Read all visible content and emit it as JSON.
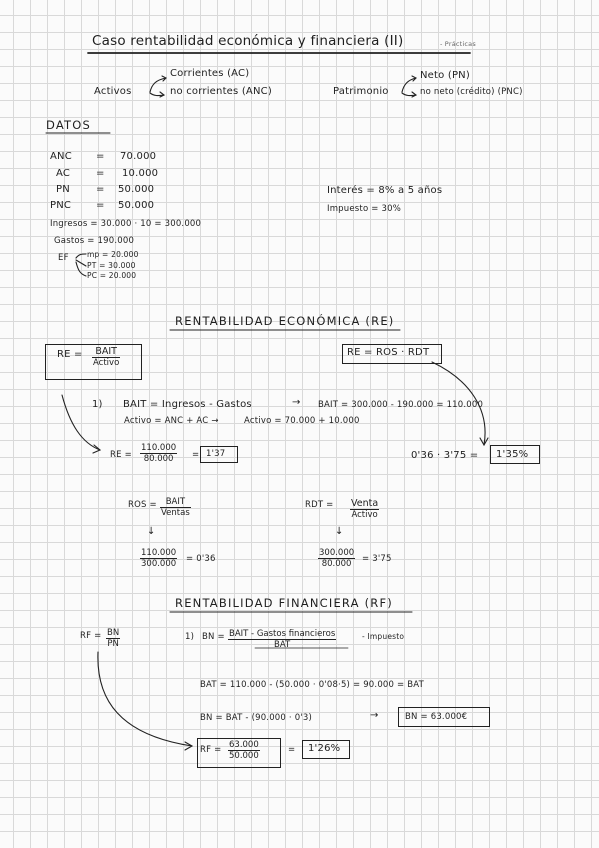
{
  "title": {
    "main": "Caso rentabilidad económica y financiera (II)",
    "tag": "- Prácticas"
  },
  "classification": {
    "activos": "Activos",
    "corrientes": "Corrientes (AC)",
    "no_corrientes": "no corrientes (ANC)",
    "patrimonio": "Patrimonio",
    "neto": "Neto (PN)",
    "no_neto": "no neto (crédito) (PNC)"
  },
  "datos": {
    "heading": "DATOS",
    "rows": [
      {
        "label": "ANC",
        "eq": "=",
        "value": "70.000"
      },
      {
        "label": "AC",
        "eq": "=",
        "value": "10.000"
      },
      {
        "label": "PN",
        "eq": "=",
        "value": "50.000"
      },
      {
        "label": "PNC",
        "eq": "=",
        "value": "50.000"
      }
    ],
    "ingresos": "Ingresos = 30.000 · 10 = 300.000",
    "gastos": "Gastos = 190.000",
    "ef_label": "EF",
    "ef_items": [
      "mp = 20.000",
      "PT = 30.000",
      "PC = 20.000"
    ],
    "interes": "Interés = 8%  a 5 años",
    "impuesto": "Impuesto = 30%"
  },
  "re": {
    "heading": "RENTABILIDAD ECONÓMICA (RE)",
    "formula_left": "RE =",
    "formula_num": "BAIT",
    "formula_den": "Activo",
    "formula_right": "RE = ROS · RDT",
    "step_marker": "1)",
    "bait_formula": "BAIT = Ingresos - Gastos",
    "arrow1": "→",
    "bait_calc": "BAIT = 300.000 - 190.000 = 110.000",
    "activo_formula": "Activo = ANC + AC →",
    "activo_calc": "Activo = 70.000 + 10.000",
    "re_calc_left": "RE =",
    "re_calc_num": "110.000",
    "re_calc_den": "80.000",
    "re_calc_eq": "=",
    "re_result": "1'37",
    "product_calc": "0'36 · 3'75 =",
    "product_result": "1'35%",
    "ros_label": "ROS =",
    "ros_num": "BAIT",
    "ros_den": "Ventas",
    "ros_calc_num": "110.000",
    "ros_calc_den": "300.000",
    "ros_result": "= 0'36",
    "rdt_label": "RDT =",
    "rdt_num": "Venta",
    "rdt_den": "Activo",
    "rdt_calc_num": "300.000",
    "rdt_calc_den": "80.000",
    "rdt_result": "= 3'75",
    "down_arrow": "↓"
  },
  "rf": {
    "heading": "RENTABILIDAD FINANCIERA (RF)",
    "formula_left": "RF =",
    "formula_num": "BN",
    "formula_den": "PN",
    "step_marker": "1)",
    "bn_label": "BN =",
    "bn_num": "BAIT - Gastos financieros",
    "bn_den": "BAT",
    "bn_minus": "- Impuesto",
    "bat_calc": "BAT = 110.000 - (50.000 · 0'08·5)  =  90.000 = BAT",
    "bn_calc": "BN = BAT - (90.000 · 0'3)",
    "bn_arrow": "→",
    "bn_result": "BN = 63.000€",
    "rf_calc_left": "RF =",
    "rf_calc_num": "63.000",
    "rf_calc_den": "50.000",
    "rf_calc_eq": "=",
    "rf_result": "1'26%"
  }
}
